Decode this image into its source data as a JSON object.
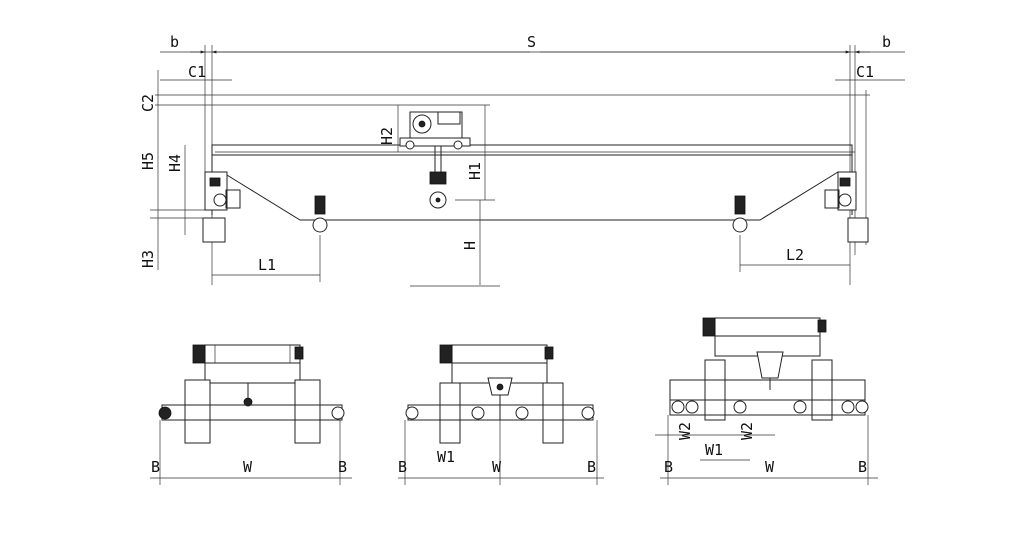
{
  "elevation": {
    "labels": {
      "b_left": "b",
      "span": "S",
      "b_right": "b",
      "c1_left": "C1",
      "c1_right": "C1",
      "c2": "C2",
      "h5": "H5",
      "h4": "H4",
      "h3": "H3",
      "h2": "H2",
      "h1": "H1",
      "h": "H",
      "l1": "L1",
      "l2": "L2"
    }
  },
  "end_views": [
    {
      "labels": {
        "b_left": "B",
        "w": "W",
        "b_right": "B"
      }
    },
    {
      "labels": {
        "b_left": "B",
        "w1": "W1",
        "w": "W",
        "b_right": "B"
      }
    },
    {
      "labels": {
        "b_left": "B",
        "w2_left": "W2",
        "w2_right": "W2",
        "w1": "W1",
        "w": "W",
        "b_right": "B"
      }
    }
  ]
}
